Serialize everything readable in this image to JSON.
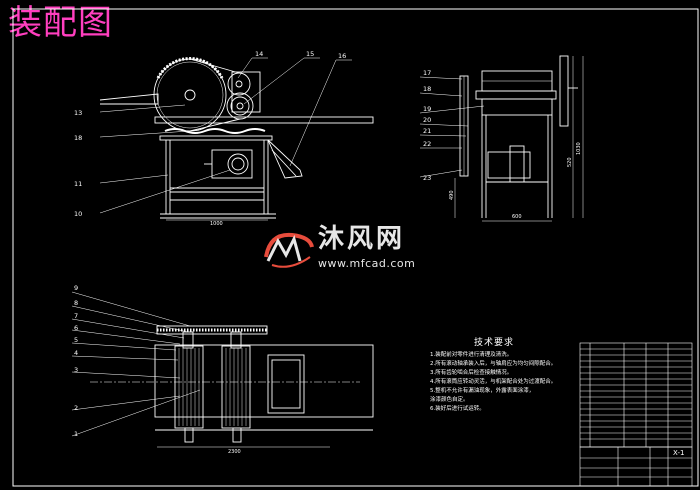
{
  "drawing_title": "装配图",
  "watermark": {
    "name": "沐风网",
    "url": "www.mfcad.com"
  },
  "front_view": {
    "part_labels": [
      "14",
      "15",
      "16",
      "13",
      "18",
      "11",
      "10"
    ],
    "dimension": "1000"
  },
  "side_view": {
    "part_labels": [
      "17",
      "18",
      "19",
      "20",
      "21",
      "22",
      "23"
    ],
    "dimension_width": "600",
    "dimension_height": "1030",
    "dimension_height_2": "520",
    "dimension_left": "490"
  },
  "top_view": {
    "part_labels": [
      "9",
      "8",
      "7",
      "6",
      "5",
      "4",
      "3",
      "2",
      "1"
    ],
    "dimension": "2300"
  },
  "technical_requirements": {
    "title": "技术要求",
    "items": [
      "1.装配前对零件进行清理及清洗。",
      "2.所有滚动轴承装入后，与轴肩应为均匀间隙配合。",
      "3.所有齿轮啮合后检查接触情况。",
      "4.所有滚筒应转动灵活，与机架配合处为过渡配合。",
      "5.整机不允许有漏油现象，外露表面涂漆，",
      "   涂漆颜色自定。",
      "6.装好后进行试运转。"
    ]
  },
  "title_block": {
    "drawing_number": "X-1"
  }
}
